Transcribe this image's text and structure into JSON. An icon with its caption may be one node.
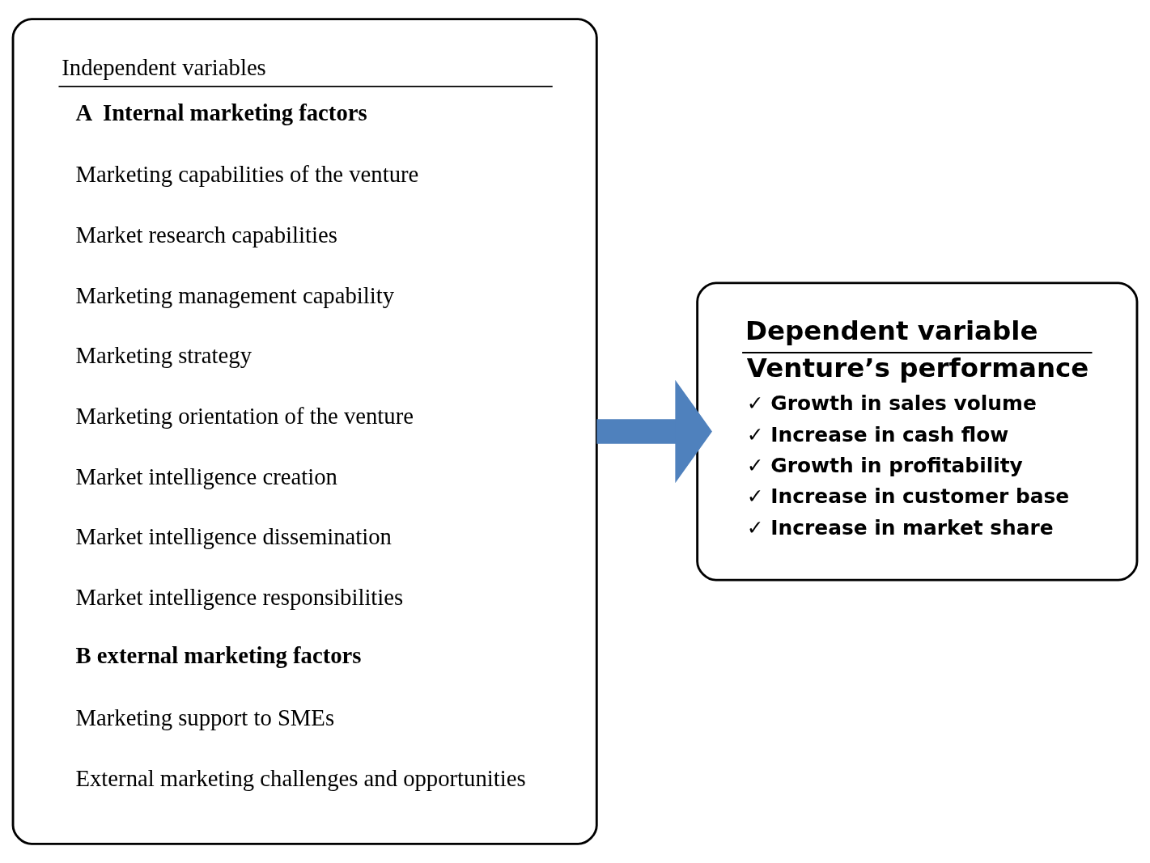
{
  "diagram": {
    "nodes": [
      {
        "text": [
          "Independent variables",
          "A  Internal marketing factors",
          "Marketing capabilities of the venture",
          "Market research capabilities",
          "Marketing management capability",
          "Marketing strategy",
          "Marketing orientation of the venture",
          "Market intelligence creation",
          "Market intelligence dissemination",
          "Market intelligence responsibilities",
          "B external marketing factors",
          "Marketing support to SMEs",
          "External marketing challenges and opportunities"
        ]
      },
      {
        "text": [
          "Dependent variable",
          "Venture’s performance",
          "✓ Growth in sales volume",
          "✓ Increase in cash flow",
          "✓ Growth in profitability",
          "✓ Increase in customer base",
          "✓ Increase in market share"
        ]
      }
    ],
    "edges": [
      {
        "from": 0,
        "to": 1,
        "arrow": "to"
      }
    ]
  }
}
